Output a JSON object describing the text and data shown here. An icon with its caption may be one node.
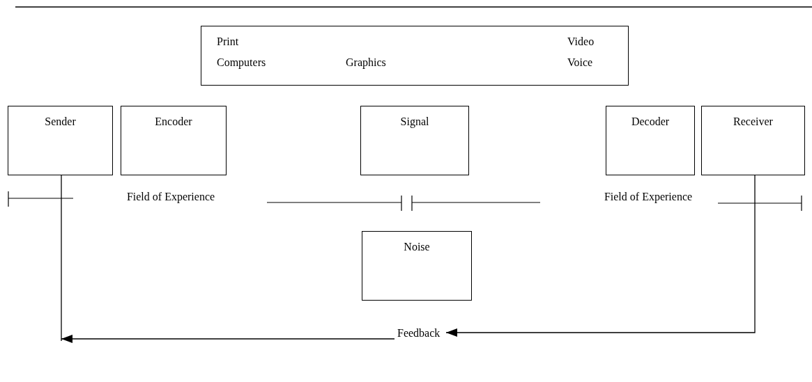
{
  "diagram": {
    "nodes": [
      {
        "text": [
          "Print",
          "Computers",
          "Graphics",
          "Video",
          "Voice"
        ]
      },
      {
        "text": [
          "Sender"
        ]
      },
      {
        "text": [
          "Encoder"
        ]
      },
      {
        "text": [
          "Signal"
        ]
      },
      {
        "text": [
          "Decoder"
        ]
      },
      {
        "text": [
          "Receiver"
        ]
      },
      {
        "text": [
          "Noise"
        ]
      },
      {
        "text": [
          "Feedback"
        ]
      }
    ],
    "edges": [
      {
        "from": 5,
        "to": 7,
        "arrow": "to"
      },
      {
        "from": 7,
        "to": null,
        "arrow": "to"
      },
      {
        "from": 1,
        "to": null,
        "arrow": "none"
      }
    ],
    "labels": [
      "Field of Experience",
      "Field of Experience"
    ]
  }
}
